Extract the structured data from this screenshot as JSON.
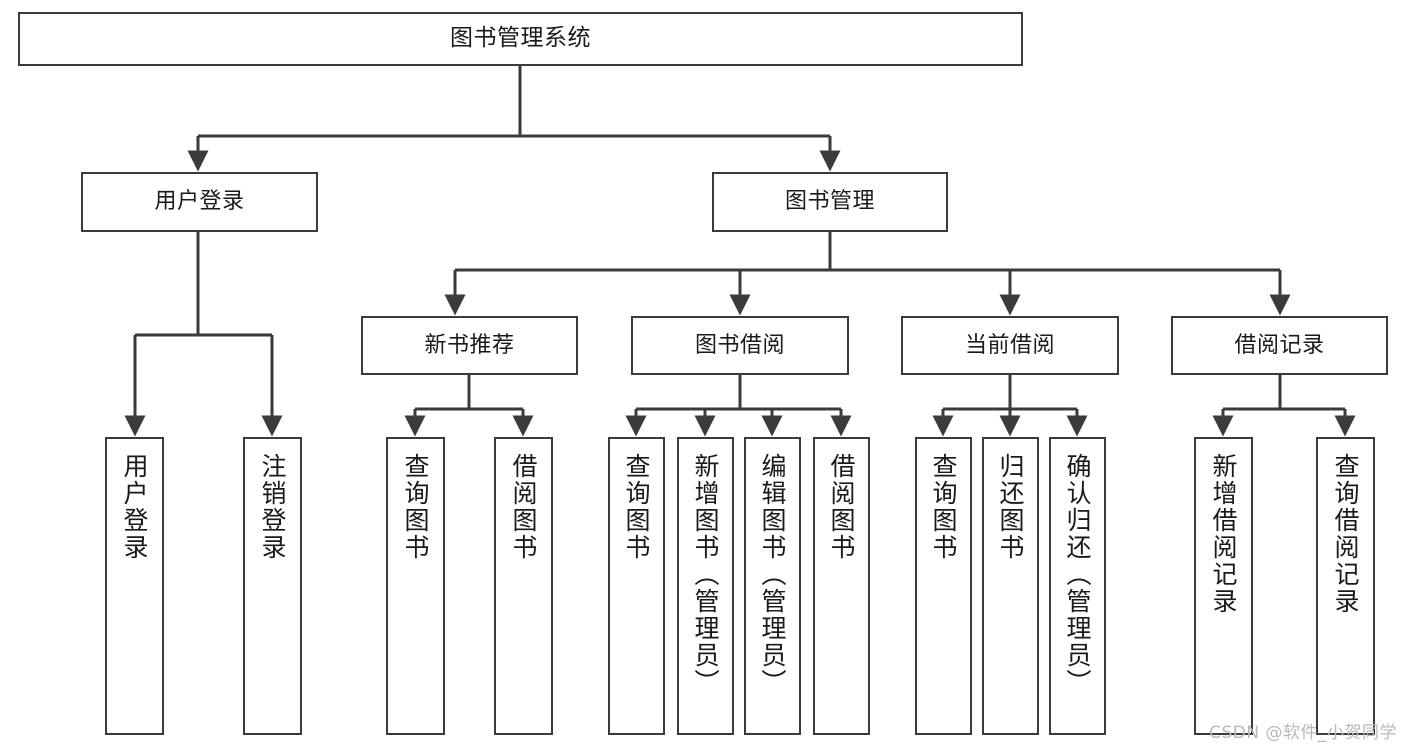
{
  "diagram": {
    "type": "tree-hierarchy",
    "title": "图书管理系统",
    "watermark": "CSDN @软件_小贺同学",
    "colors": {
      "box_border": "#3b3b3b",
      "box_fill": "#ffffff",
      "connector": "#3b3b3b",
      "text": "#1a1a1a",
      "background": "#ffffff",
      "watermark": "#b9b9b9"
    },
    "nodes": {
      "root": {
        "label": "图书管理系统"
      },
      "level2": [
        {
          "label": "用户登录"
        },
        {
          "label": "图书管理"
        }
      ],
      "level3": [
        {
          "label": "新书推荐"
        },
        {
          "label": "图书借阅"
        },
        {
          "label": "当前借阅"
        },
        {
          "label": "借阅记录"
        }
      ],
      "leaves_user_login": [
        {
          "label": "用户登录"
        },
        {
          "label": "注销登录"
        }
      ],
      "leaves_new_books": [
        {
          "label": "查询图书"
        },
        {
          "label": "借阅图书"
        }
      ],
      "leaves_borrow": [
        {
          "label": "查询图书"
        },
        {
          "label": "新增图书（管理员）"
        },
        {
          "label": "编辑图书（管理员）"
        },
        {
          "label": "借阅图书"
        }
      ],
      "leaves_current": [
        {
          "label": "查询图书"
        },
        {
          "label": "归还图书"
        },
        {
          "label": "确认归还（管理员）"
        }
      ],
      "leaves_records": [
        {
          "label": "新增借阅记录"
        },
        {
          "label": "查询借阅记录"
        }
      ]
    }
  }
}
